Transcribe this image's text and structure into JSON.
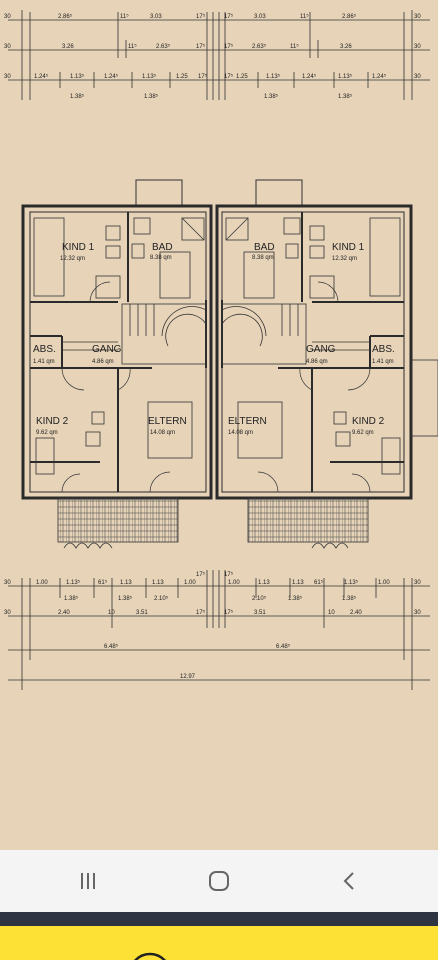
{
  "plan": {
    "rooms": {
      "kind1_left": "KIND 1",
      "kind1_left_area": "12.32 qm",
      "bad_left": "BAD",
      "bad_left_area": "8.38 qm",
      "bad_right": "BAD",
      "bad_right_area": "8.38 qm",
      "kind1_right": "KIND 1",
      "kind1_right_area": "12.32 qm",
      "abs_left": "ABS.",
      "abs_left_area": "1.41 qm",
      "gang_left": "GANG",
      "gang_left_area": "4.86 qm",
      "gang_right": "GANG",
      "gang_right_area": "4.86 qm",
      "abs_right": "ABS.",
      "abs_right_area": "1.41 qm",
      "kind2_left": "KIND 2",
      "kind2_left_area": "9.62 qm",
      "eltern_left": "ELTERN",
      "eltern_left_area": "14.08 qm",
      "eltern_right": "ELTERN",
      "eltern_right_area": "14.08 qm",
      "kind2_right": "KIND 2",
      "kind2_right_area": "9.62 qm"
    },
    "top_dims": {
      "row1": [
        "30",
        "2.86⁵",
        "11⁵",
        "3.03",
        "17⁵",
        "17⁵",
        "3.03",
        "11⁵",
        "2.86⁵",
        "30"
      ],
      "row2": [
        "30",
        "3.26",
        "11⁵",
        "2.63⁵",
        "17⁵",
        "17⁵",
        "2.63⁵",
        "11⁵",
        "3.26",
        "30"
      ],
      "row3": [
        "30",
        "1.24⁵",
        "1.13⁵",
        "1.24⁵",
        "1.13⁵",
        "1.25",
        "17⁵",
        "17⁵",
        "1.25",
        "1.13⁵",
        "1.24⁵",
        "1.13⁵",
        "1.24⁵",
        "30"
      ],
      "row3_sub": [
        "1.38⁵",
        "1.38⁵",
        "1.38⁵",
        "1.38⁵"
      ]
    },
    "bottom_dims": {
      "row1": [
        "30",
        "1.00",
        "1.13⁵",
        "61⁵",
        "1.13",
        "1.13",
        "1.00",
        "17⁵",
        "17⁵",
        "1.00",
        "1.13",
        "1.13",
        "61⁵",
        "1.13⁵",
        "1.00",
        "30"
      ],
      "row1_sub": [
        "1.38⁵",
        "1.38⁵",
        "2.10⁵",
        "2.10⁵",
        "1.38⁵",
        "1.38⁵"
      ],
      "row2": [
        "30",
        "2.40",
        "10",
        "3.51",
        "17⁵",
        "17⁵",
        "3.51",
        "10",
        "2.40",
        "30"
      ],
      "row3": [
        "6.48⁵",
        "6.48⁵"
      ],
      "total": "12.97"
    }
  },
  "navbar": {
    "recent_icon": "recent-apps-icon",
    "home_icon": "home-icon",
    "back_icon": "back-icon"
  },
  "colors": {
    "paper": "#e6d3b8",
    "ink": "#2a2a2a",
    "navbar": "#f4f4f4",
    "darkbar": "#2f3442",
    "yellow": "#fde135"
  }
}
